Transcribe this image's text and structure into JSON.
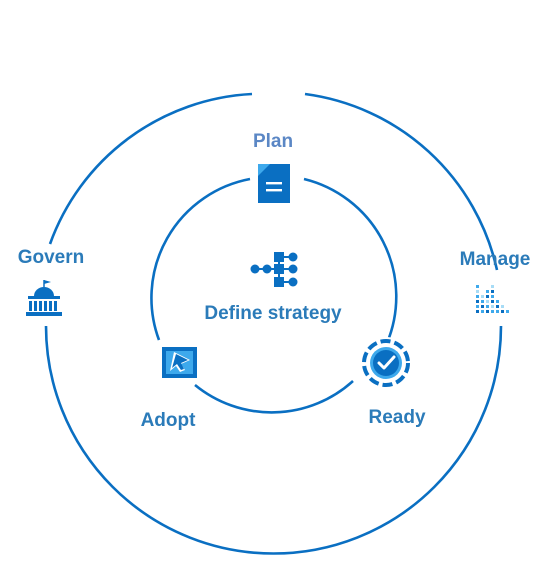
{
  "colors": {
    "ring": "#0a6fc2",
    "label_dark": "#2b7bb9",
    "label_light": "#5b87c5",
    "icon_dark": "#0a6fc2",
    "icon_light": "#3ea9ec",
    "icon_pale": "#a8dcf6"
  },
  "labels": {
    "plan": "Plan",
    "govern": "Govern",
    "manage": "Manage",
    "define_strategy": "Define strategy",
    "adopt": "Adopt",
    "ready": "Ready"
  },
  "icons": {
    "plan": "document-icon",
    "govern": "government-building-icon",
    "manage": "bar-chart-icon",
    "define_strategy": "flow-diagram-icon",
    "adopt": "checkbox-arrow-icon",
    "ready": "check-badge-icon"
  }
}
